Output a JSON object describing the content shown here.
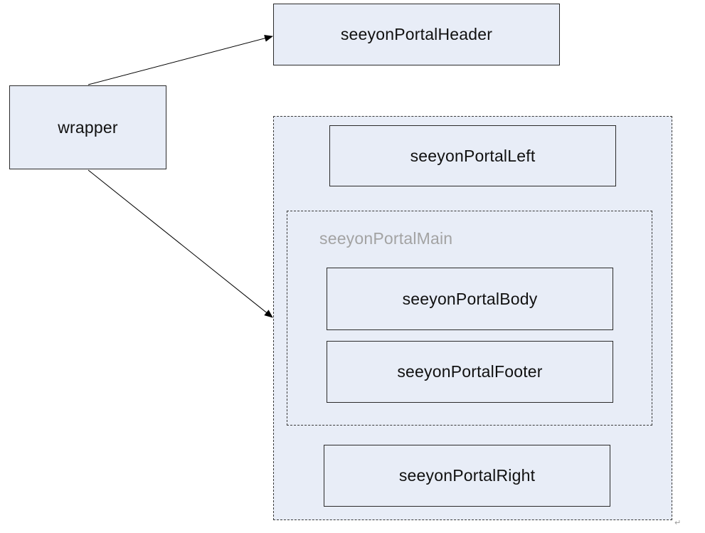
{
  "diagram": {
    "nodes": {
      "wrapper": "wrapper",
      "header": "seeyonPortalHeader",
      "left": "seeyonPortalLeft",
      "body": "seeyonPortalBody",
      "footer": "seeyonPortalFooter",
      "right": "seeyonPortalRight"
    },
    "groups": {
      "main_label": "seeyonPortalMain"
    },
    "edges": [
      {
        "from": "wrapper",
        "to": "seeyonPortalHeader"
      },
      {
        "from": "wrapper",
        "to": "outer-container"
      }
    ],
    "colors": {
      "node_fill": "#e8edf7",
      "node_border": "#2b2b2b",
      "group_label": "#a3a3a3"
    }
  }
}
